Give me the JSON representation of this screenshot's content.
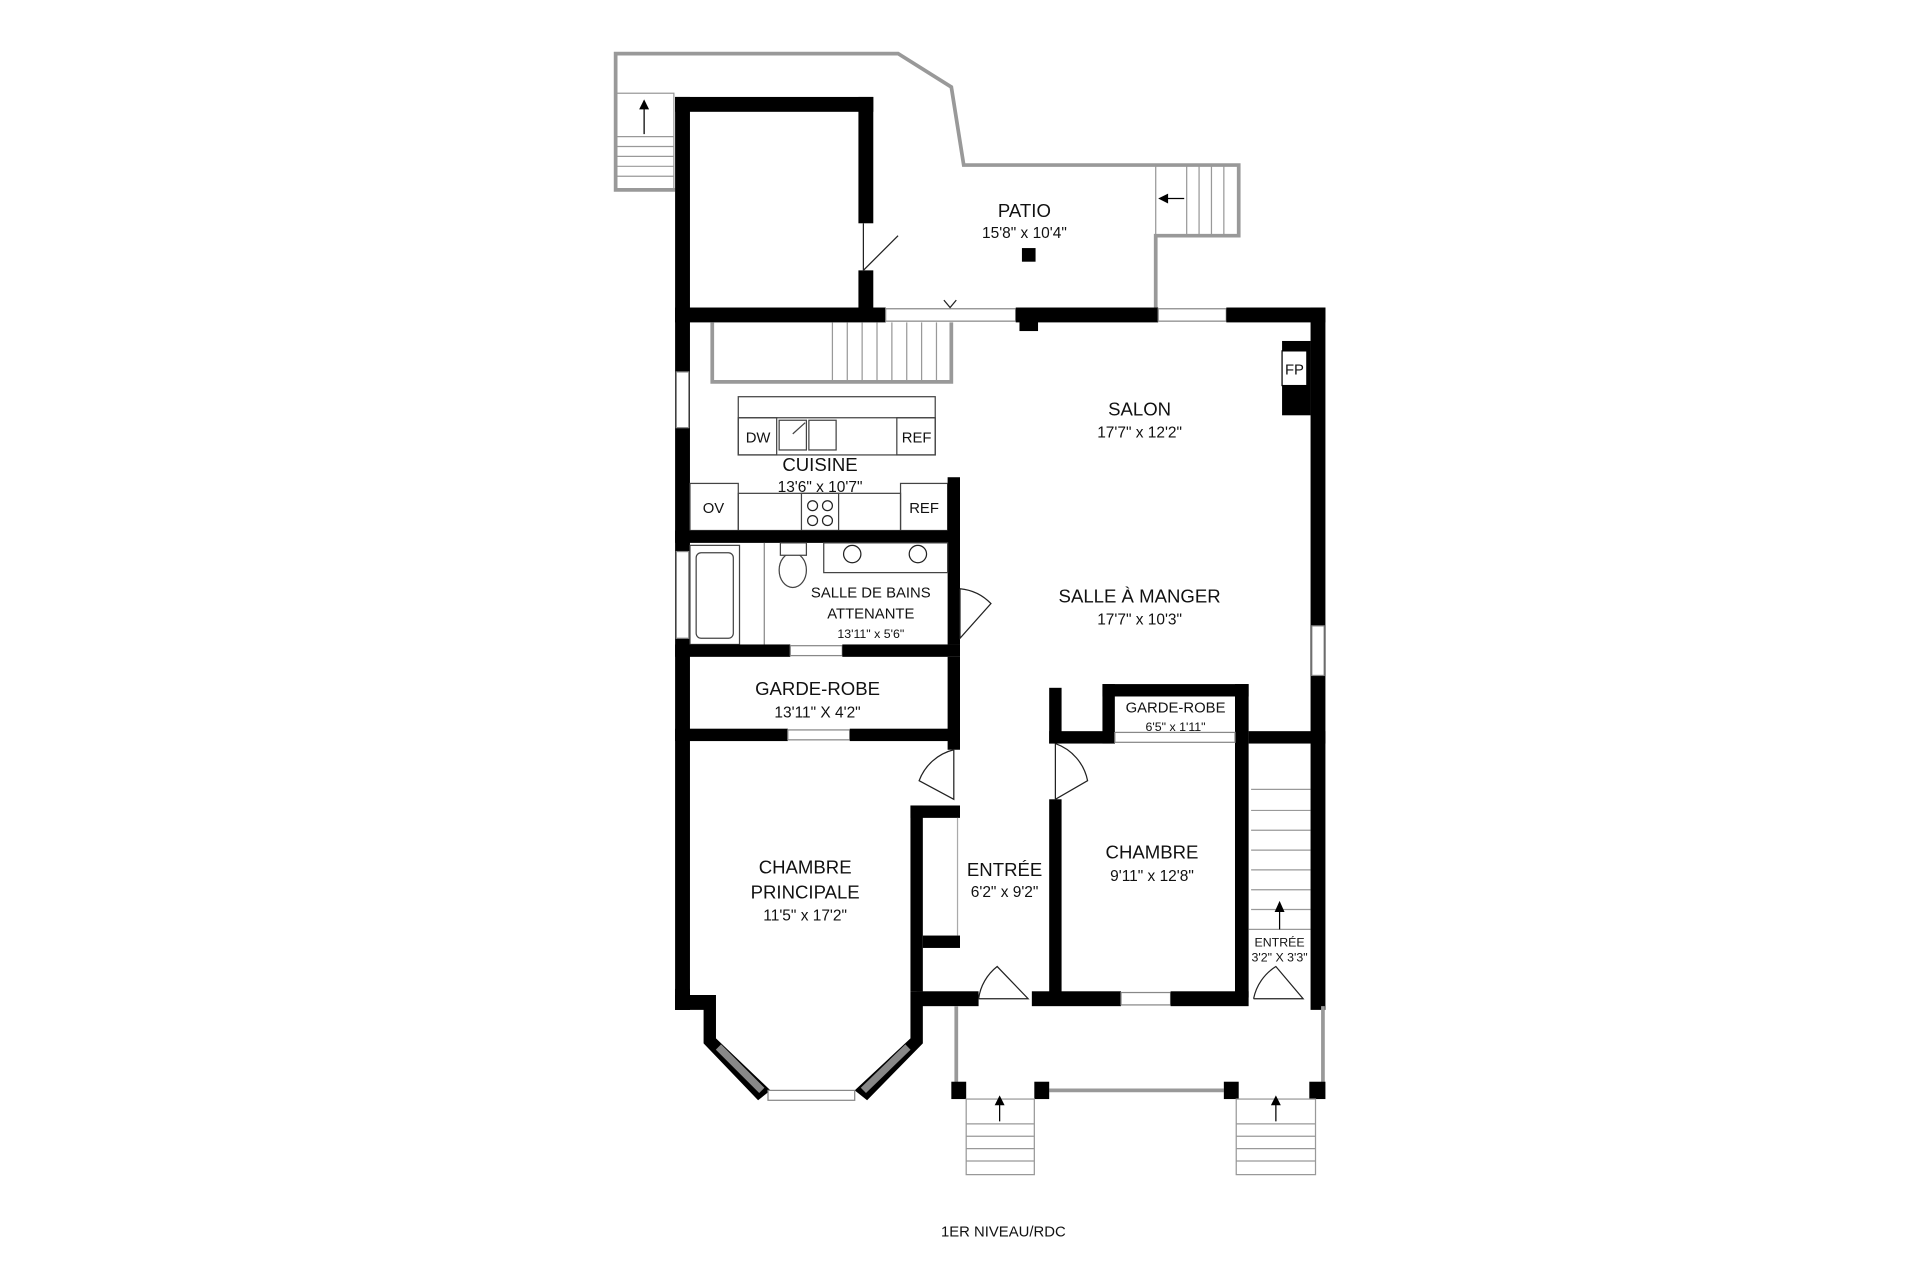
{
  "plan_title": "1ER NIVEAU/RDC",
  "rooms": {
    "patio": {
      "name": "PATIO",
      "dims": "15'8\" x 10'4\""
    },
    "salon": {
      "name": "SALON",
      "dims": "17'7\" x 12'2\""
    },
    "cuisine": {
      "name": "CUISINE",
      "dims": "13'6\" x 10'7\""
    },
    "salle_a_manger": {
      "name": "SALLE À MANGER",
      "dims": "17'7\" x 10'3\""
    },
    "salle_de_bains": {
      "name_line1": "SALLE DE BAINS",
      "name_line2": "ATTENANTE",
      "dims": "13'11\" x 5'6\""
    },
    "garde_robe_1": {
      "name": "GARDE-ROBE",
      "dims": "13'11\" X 4'2\""
    },
    "garde_robe_2": {
      "name": "GARDE-ROBE",
      "dims": "6'5\" x 1'11\""
    },
    "chambre_principale": {
      "name_line1": "CHAMBRE",
      "name_line2": "PRINCIPALE",
      "dims": "11'5\" x 17'2\""
    },
    "entree_main": {
      "name": "ENTRÉE",
      "dims": "6'2\" x 9'2\""
    },
    "chambre": {
      "name": "CHAMBRE",
      "dims": "9'11\" x 12'8\""
    },
    "entree_side": {
      "name": "ENTRÉE",
      "dims": "3'2\" X 3'3\""
    }
  },
  "fixtures": {
    "dishwasher": "DW",
    "refrigerator_island": "REF",
    "oven": "OV",
    "refrigerator_counter": "REF",
    "fireplace": "FP"
  }
}
